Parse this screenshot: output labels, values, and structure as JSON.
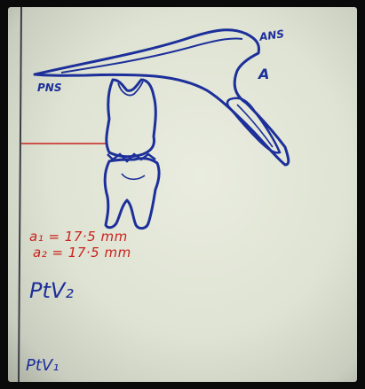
{
  "labels": {
    "ans": "ANS",
    "a": "A",
    "pns": "PNS",
    "a1": "a₁ = 17·5 mm",
    "a2": "a₂ = 17·5 mm",
    "ptv2": "PtV₂",
    "ptv1": "PtV₁"
  },
  "colors": {
    "paper": "#e3e6d8",
    "ink_blue": "#1c2f9a",
    "ink_red": "#c8221e",
    "frame": "#0a0a0a"
  }
}
